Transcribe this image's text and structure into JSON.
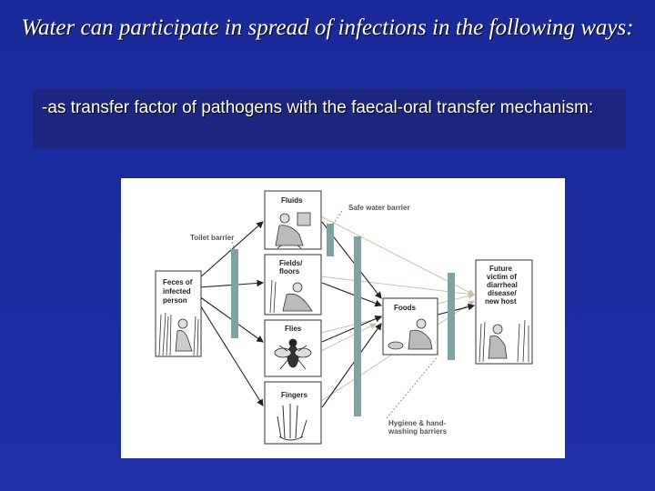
{
  "title": "Water can participate in spread of infections in the following ways:",
  "bullet": "-as transfer factor of pathogens with the faecal-oral transfer mechanism:",
  "diagram": {
    "source_label_1": "Feces of",
    "source_label_2": "infected",
    "source_label_3": "person",
    "fluids": "Fluids",
    "fields_1": "Fields/",
    "fields_2": "floors",
    "flies": "Flies",
    "fingers": "Fingers",
    "foods": "Foods",
    "target_1": "Future",
    "target_2": "victim of",
    "target_3": "diarrheal",
    "target_4": "disease/",
    "target_5": "new host",
    "toilet_barrier": "Toilet barrier",
    "safe_water_barrier": "Safe water barrier",
    "hygiene_1": "Hygiene & hand-",
    "hygiene_2": "washing barriers",
    "barrier_color": "#7fa3a0",
    "arrow_color": "#222222",
    "faint_arrow_color": "#c8c0a8"
  }
}
